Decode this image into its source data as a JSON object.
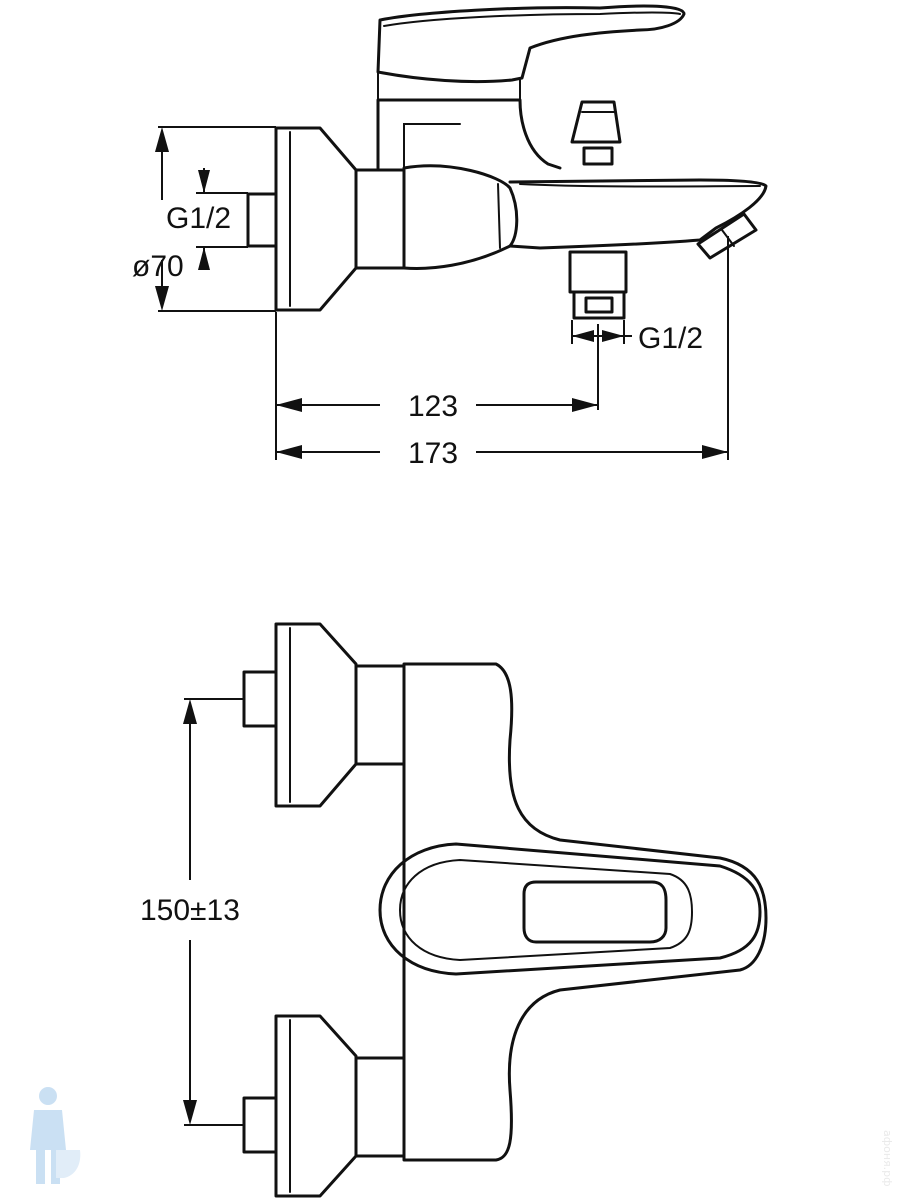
{
  "side_view": {
    "dim_diameter": "ø70",
    "dim_inlet_thread": "G1/2",
    "dim_outlet_thread": "G1/2",
    "dim_spout_outlet": "123",
    "dim_total_depth": "173"
  },
  "front_view": {
    "dim_center_distance": "150±13"
  },
  "watermark": {
    "text": "афоня.рф"
  }
}
